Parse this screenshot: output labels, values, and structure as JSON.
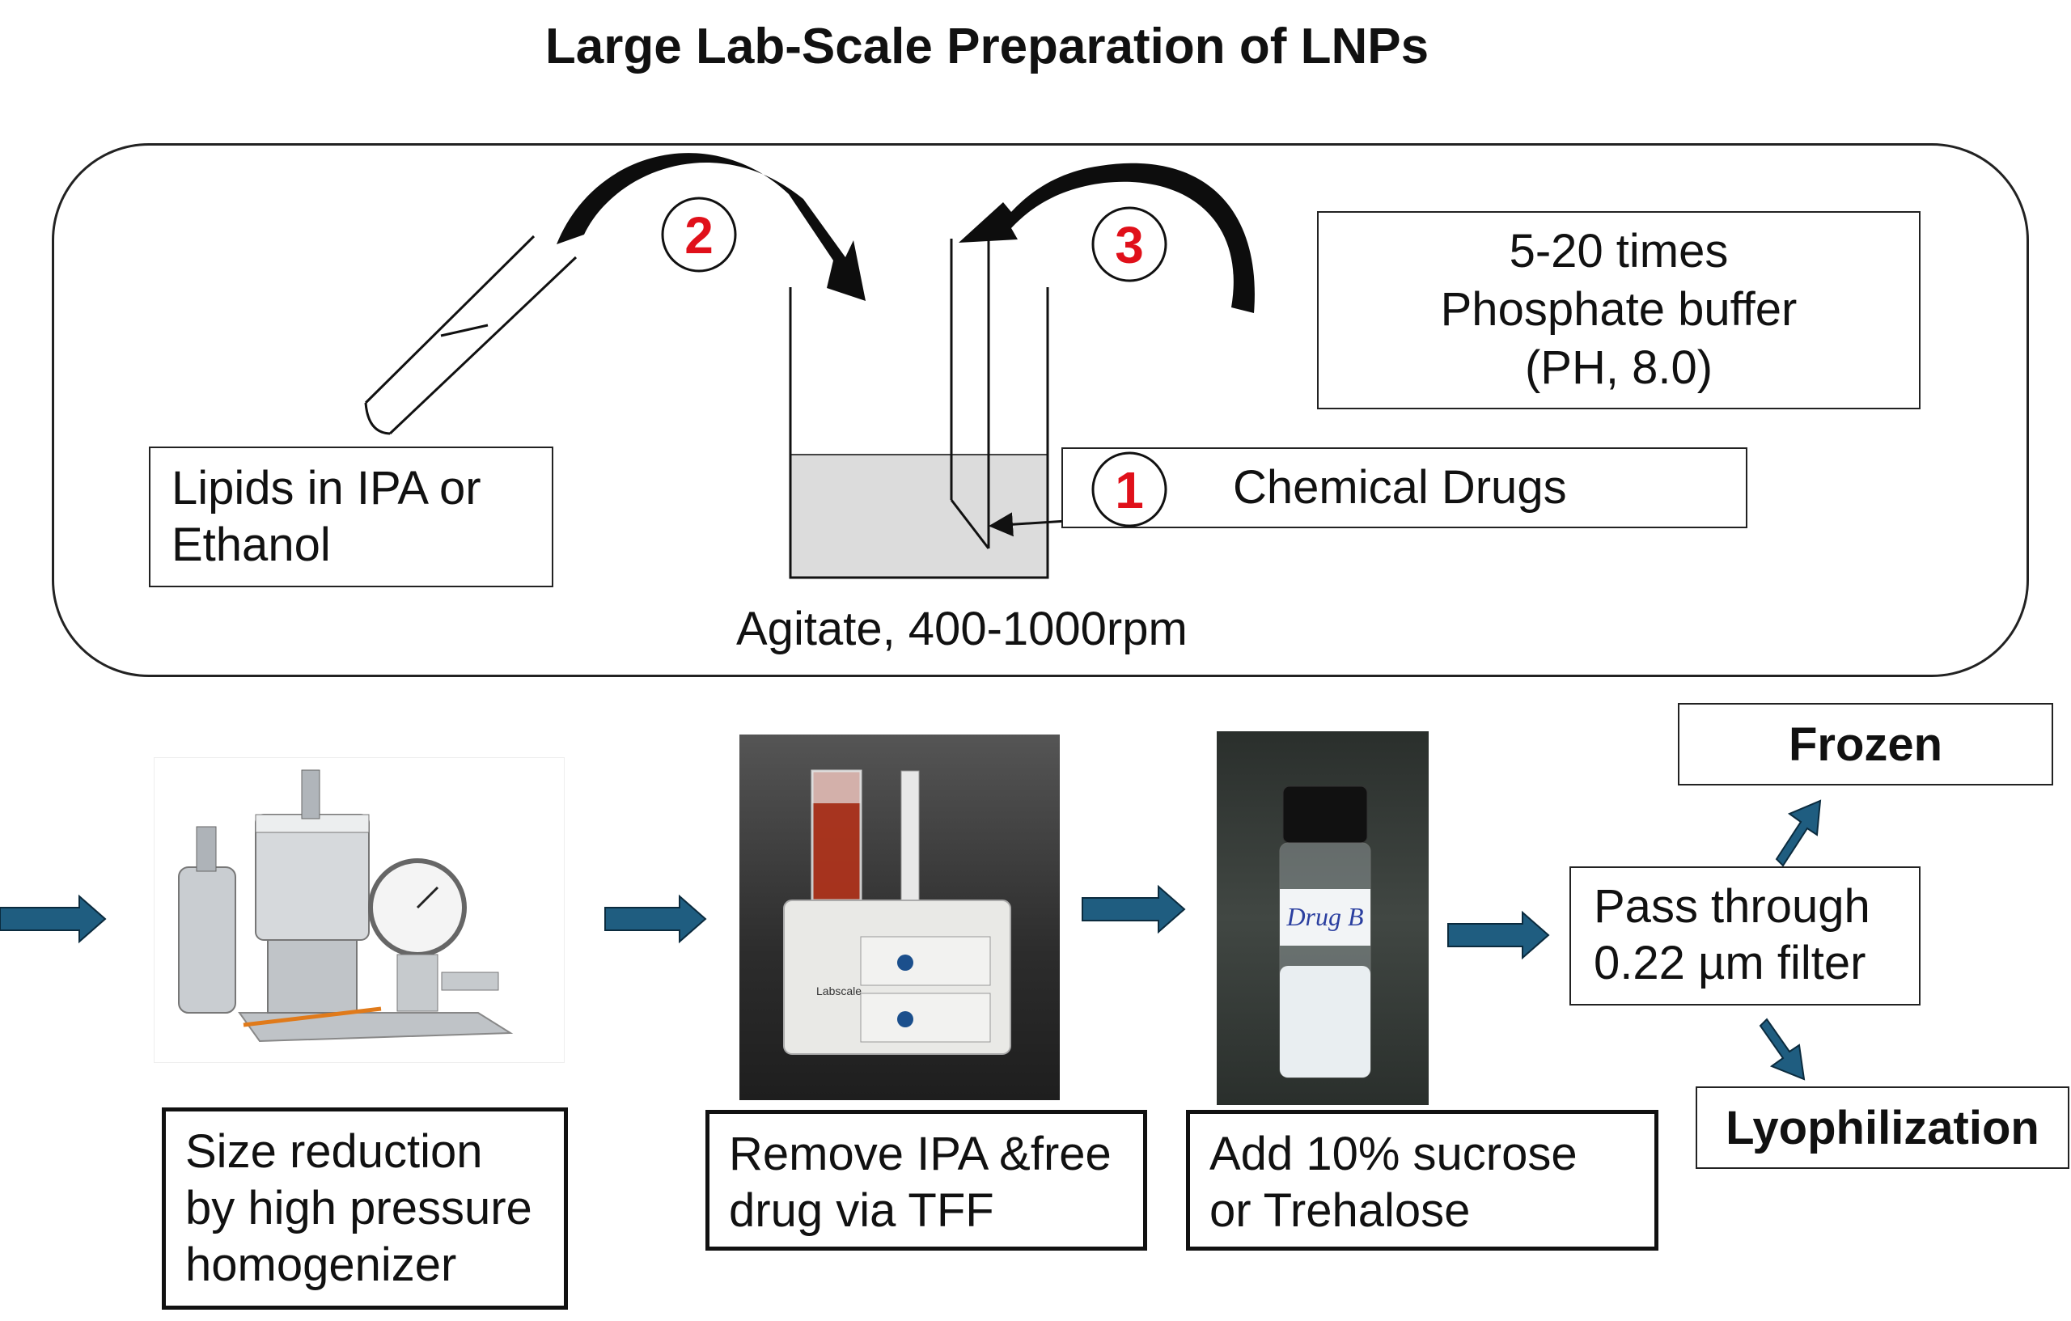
{
  "title": "Large Lab-Scale Preparation of LNPs",
  "top_panel": {
    "lipids_label": [
      "Lipids in IPA or",
      "Ethanol"
    ],
    "buffer_label": [
      "5-20 times",
      "Phosphate  buffer",
      "(PH, 8.0)"
    ],
    "drugs_label": "Chemical Drugs",
    "agitate_label": "Agitate, 400-1000rpm",
    "step_numbers": {
      "one": "1",
      "two": "2",
      "three": "3"
    }
  },
  "photos": {
    "vial_label": "Drug B",
    "tff_brand": "Labscale"
  },
  "bottom_steps": {
    "homogenizer": [
      "Size reduction",
      "by high pressure",
      "homogenizer"
    ],
    "tff": [
      "Remove IPA &free",
      "drug via TFF"
    ],
    "sucrose": [
      "Add 10% sucrose",
      "or Trehalose"
    ],
    "filter": [
      "Pass through",
      "0.22 µm filter"
    ],
    "frozen": "Frozen",
    "lyophilization": "Lyophilization"
  },
  "colors": {
    "flow_arrow": "#1f5d80",
    "step_number": "#e0101a",
    "liquid": "#dcdcdc"
  }
}
